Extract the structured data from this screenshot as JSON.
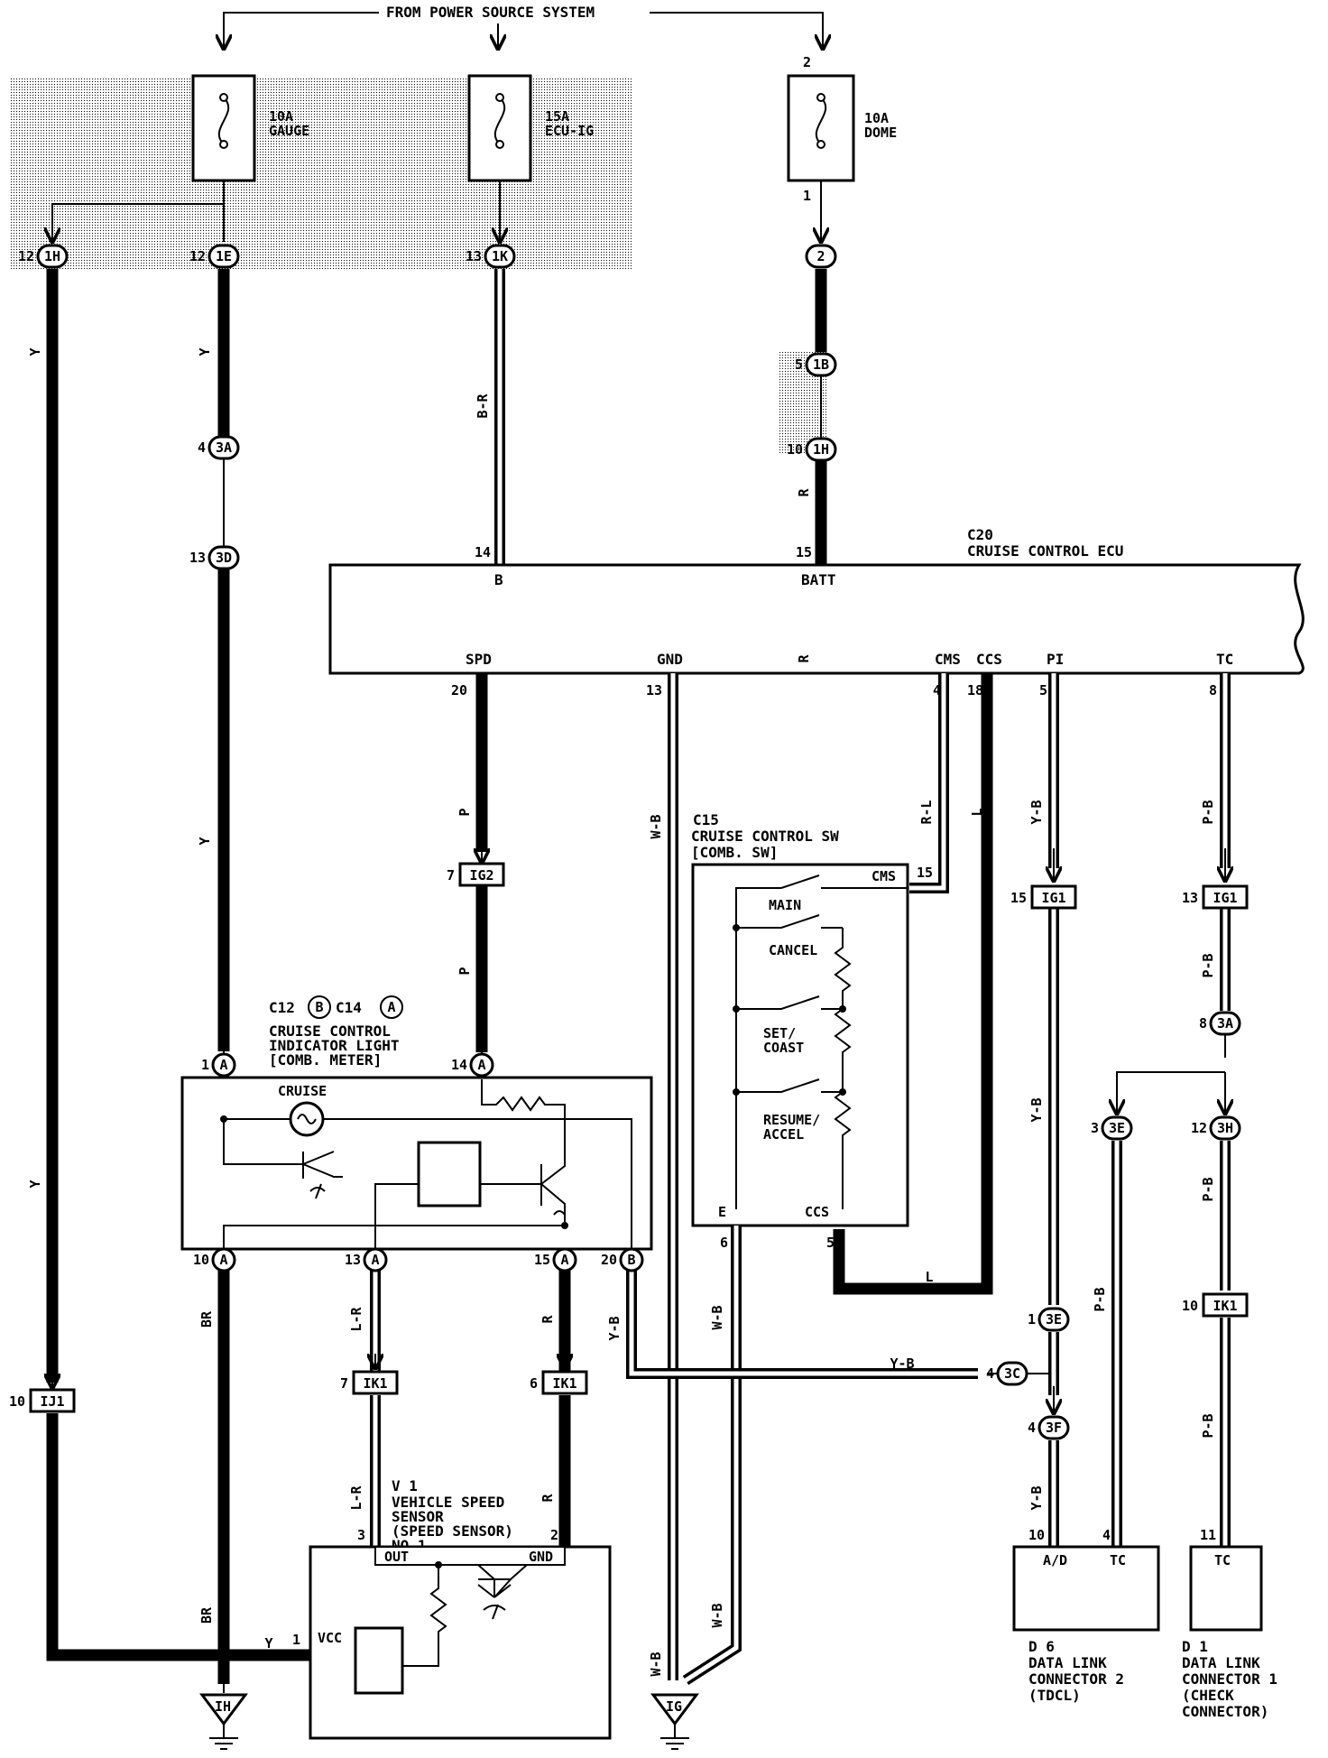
{
  "source": {
    "label": "FROM POWER SOURCE SYSTEM"
  },
  "fuses": [
    {
      "id": "gauge",
      "rating": "10A",
      "name": "GAUGE"
    },
    {
      "id": "ecu_ig",
      "rating": "15A",
      "name": "ECU-IG"
    },
    {
      "id": "dome",
      "rating": "10A",
      "name": "DOME",
      "pin_top": "2",
      "pin_bottom": "1"
    }
  ],
  "ecu": {
    "code": "C20",
    "name": "CRUISE CONTROL ECU",
    "terminals": {
      "b": {
        "label": "B",
        "pin": "14"
      },
      "batt": {
        "label": "BATT",
        "pin": "15"
      },
      "spd": {
        "label": "SPD",
        "pin": "20"
      },
      "gnd": {
        "label": "GND",
        "pin": "13"
      },
      "cms": {
        "label": "CMS",
        "pin": "4"
      },
      "ccs": {
        "label": "CCS",
        "pin": "18"
      },
      "pi": {
        "label": "PI",
        "pin": "5"
      },
      "tc": {
        "label": "TC",
        "pin": "8"
      }
    }
  },
  "switch": {
    "code": "C15",
    "name": "CRUISE CONTROL SW",
    "sub": "[COMB. SW]",
    "cms_label": "CMS",
    "cms_pin": "15",
    "e_label": "E",
    "e_pin": "6",
    "ccs_label": "CCS",
    "ccs_pin": "5",
    "positions": [
      "MAIN",
      "CANCEL",
      "SET/",
      "COAST",
      "RESUME/",
      "ACCEL"
    ]
  },
  "indicator": {
    "code": "C12",
    "code_letter": "B",
    "code2": "C14",
    "code2_letter": "A",
    "name_lines": [
      "CRUISE CONTROL",
      "INDICATOR LIGHT",
      "[COMB. METER]"
    ],
    "lamp_label": "CRUISE"
  },
  "sensor": {
    "code": "V 1",
    "name_lines": [
      "VEHICLE SPEED",
      "SENSOR",
      "(SPEED SENSOR)",
      "NO.1"
    ],
    "out_label": "OUT",
    "gnd_label": "GND",
    "vcc_label": "VCC",
    "pin_out": "3",
    "pin_gnd": "2",
    "pin_vcc": "1"
  },
  "dlc2": {
    "code": "D 6",
    "name_lines": [
      "DATA LINK",
      "CONNECTOR 2",
      "(TDCL)"
    ],
    "ad_label": "A/D",
    "tc_label": "TC",
    "pin_ad": "10",
    "pin_tc": "4"
  },
  "dlc1": {
    "code": "D 1",
    "name_lines": [
      "DATA LINK",
      "CONNECTOR 1",
      "(CHECK",
      " CONNECTOR)"
    ],
    "tc_label": "TC",
    "pin_tc": "11"
  },
  "grounds": [
    {
      "id": "IH"
    },
    {
      "id": "IG"
    }
  ],
  "junctions": {
    "j1": {
      "pin": "12",
      "id": "1H"
    },
    "j2": {
      "pin": "12",
      "id": "1E"
    },
    "j3": {
      "pin": "13",
      "id": "1K"
    },
    "j4": {
      "id": "2"
    },
    "j5": {
      "pin": "5",
      "id": "1B"
    },
    "j6": {
      "pin": "10",
      "id": "1H"
    },
    "j7": {
      "pin": "4",
      "id": "3A"
    },
    "j8": {
      "pin": "13",
      "id": "3D"
    },
    "j9": {
      "pin": "8",
      "id": "3A"
    },
    "j10": {
      "pin": "3",
      "id": "3E"
    },
    "j11": {
      "pin": "12",
      "id": "3H"
    },
    "j12": {
      "pin": "1",
      "id": "3E"
    },
    "j13": {
      "pin": "4",
      "id": "3C"
    },
    "j14": {
      "pin": "4",
      "id": "3F"
    }
  },
  "connectors": {
    "ig2": {
      "pin": "7",
      "id": "IG2"
    },
    "ig1a": {
      "pin": "15",
      "id": "IG1"
    },
    "ig1b": {
      "pin": "13",
      "id": "IG1"
    },
    "ik1a": {
      "pin": "10",
      "id": "IK1"
    },
    "ij1": {
      "pin": "10",
      "id": "IJ1"
    },
    "ik1b": {
      "pin": "7",
      "id": "IK1"
    },
    "ik1c": {
      "pin": "6",
      "id": "IK1"
    }
  },
  "ind_pins": {
    "p1": {
      "pin": "1",
      "letter": "A"
    },
    "p14": {
      "pin": "14",
      "letter": "A"
    },
    "p10": {
      "pin": "10",
      "letter": "A"
    },
    "p13": {
      "pin": "13",
      "letter": "A"
    },
    "p15": {
      "pin": "15",
      "letter": "A"
    },
    "p20": {
      "pin": "20",
      "letter": "B"
    }
  },
  "wire_colors": {
    "w_y1": "Y",
    "w_y2": "Y",
    "w_y3": "Y",
    "w_y4": "Y",
    "w_y5": "Y",
    "w_br": "B-R",
    "w_r1": "R",
    "w_r2": "R",
    "w_p1": "P",
    "w_p2": "P",
    "w_wb1": "W-B",
    "w_wb2": "W-B",
    "w_wb3": "W-B",
    "w_wb4": "W-B",
    "w_rl": "R-L",
    "w_l1": "L",
    "w_l2": "L",
    "w_yb1": "Y-B",
    "w_yb2": "Y-B",
    "w_yb3": "Y-B",
    "w_yb4": "Y-B",
    "w_yb5": "Y-B",
    "w_pb1": "P-B",
    "w_pb2": "P-B",
    "w_pb3": "P-B",
    "w_pb4": "P-B",
    "w_pb5": "P-B",
    "w_lr1": "L-R",
    "w_lr2": "L-R",
    "w_r3": "R",
    "w_r4": "R",
    "w_brn1": "BR",
    "w_brn2": "BR"
  }
}
